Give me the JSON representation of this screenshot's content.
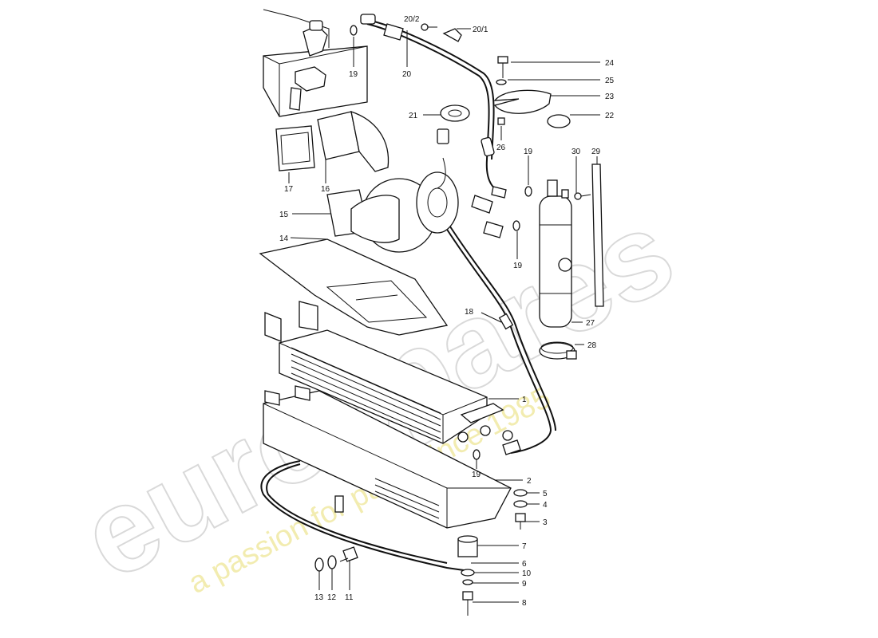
{
  "watermark": {
    "brand": "eurospares",
    "tagline": "a passion for parts since 1985",
    "brand_color": "#d9d9d9",
    "tagline_color": "#efe6a0"
  },
  "callouts": [
    {
      "id": "c20_2",
      "text": "20/2"
    },
    {
      "id": "c20_1",
      "text": "20/1"
    },
    {
      "id": "c19a",
      "text": "19"
    },
    {
      "id": "c20",
      "text": "20"
    },
    {
      "id": "c24",
      "text": "24"
    },
    {
      "id": "c25",
      "text": "25"
    },
    {
      "id": "c23",
      "text": "23"
    },
    {
      "id": "c21",
      "text": "21"
    },
    {
      "id": "c22",
      "text": "22"
    },
    {
      "id": "c26",
      "text": "26"
    },
    {
      "id": "c19b",
      "text": "19"
    },
    {
      "id": "c30",
      "text": "30"
    },
    {
      "id": "c29",
      "text": "29"
    },
    {
      "id": "c17",
      "text": "17"
    },
    {
      "id": "c16",
      "text": "16"
    },
    {
      "id": "c15",
      "text": "15"
    },
    {
      "id": "c14",
      "text": "14"
    },
    {
      "id": "c19c",
      "text": "19"
    },
    {
      "id": "c18",
      "text": "18"
    },
    {
      "id": "c27",
      "text": "27"
    },
    {
      "id": "c28",
      "text": "28"
    },
    {
      "id": "c1",
      "text": "1"
    },
    {
      "id": "c19d",
      "text": "19"
    },
    {
      "id": "c2",
      "text": "2"
    },
    {
      "id": "c5",
      "text": "5"
    },
    {
      "id": "c4",
      "text": "4"
    },
    {
      "id": "c3",
      "text": "3"
    },
    {
      "id": "c7",
      "text": "7"
    },
    {
      "id": "c6",
      "text": "6"
    },
    {
      "id": "c10",
      "text": "10"
    },
    {
      "id": "c9",
      "text": "9"
    },
    {
      "id": "c8",
      "text": "8"
    },
    {
      "id": "c13",
      "text": "13"
    },
    {
      "id": "c12",
      "text": "12"
    },
    {
      "id": "c11",
      "text": "11"
    }
  ]
}
